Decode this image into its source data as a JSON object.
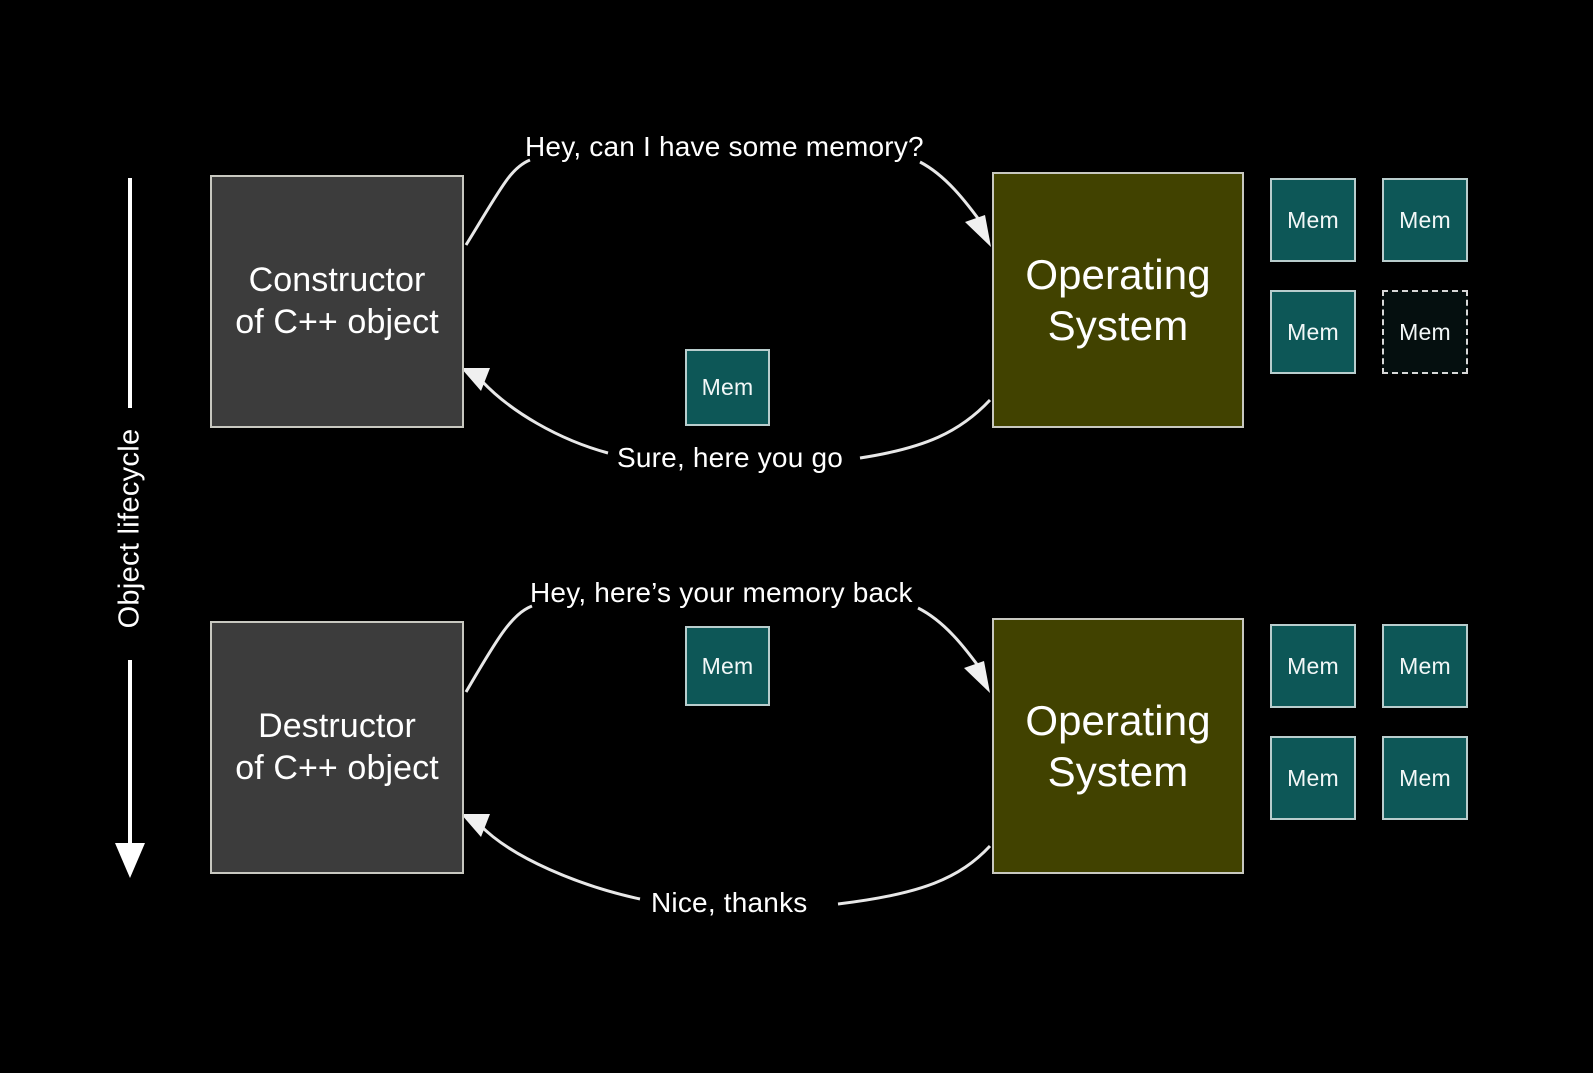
{
  "background_color": "#000000",
  "lifecycle": {
    "label": "Object lifecycle",
    "direction": "down",
    "color": "#ffffff"
  },
  "colors": {
    "actor_gray_fill": "#3c3c3c",
    "actor_olive_fill": "#414200",
    "actor_border": "#c8c8c0",
    "mem_fill": "#0d5757",
    "mem_border": "#b9cdcd",
    "mem_empty_fill": "#050f0f",
    "mem_empty_border": "#d8d8d8",
    "arrow": "#e8e8e8",
    "text": "#ffffff"
  },
  "phases": [
    {
      "id": "construction",
      "left_actor": {
        "line1": "Constructor",
        "line2": "of C++ object"
      },
      "right_actor": {
        "line1": "Operating",
        "line2": "System"
      },
      "request_caption": "Hey, can I have some memory?",
      "response_caption": "Sure, here you go",
      "in_transit_mem": {
        "label": "Mem",
        "state": "filled"
      },
      "memory_pool": [
        {
          "label": "Mem",
          "state": "filled"
        },
        {
          "label": "Mem",
          "state": "filled"
        },
        {
          "label": "Mem",
          "state": "filled"
        },
        {
          "label": "Mem",
          "state": "empty"
        }
      ]
    },
    {
      "id": "destruction",
      "left_actor": {
        "line1": "Destructor",
        "line2": "of C++ object"
      },
      "right_actor": {
        "line1": "Operating",
        "line2": "System"
      },
      "request_caption": "Hey, here’s your memory back",
      "response_caption": "Nice, thanks",
      "in_transit_mem": {
        "label": "Mem",
        "state": "filled"
      },
      "memory_pool": [
        {
          "label": "Mem",
          "state": "filled"
        },
        {
          "label": "Mem",
          "state": "filled"
        },
        {
          "label": "Mem",
          "state": "filled"
        },
        {
          "label": "Mem",
          "state": "filled"
        }
      ]
    }
  ]
}
